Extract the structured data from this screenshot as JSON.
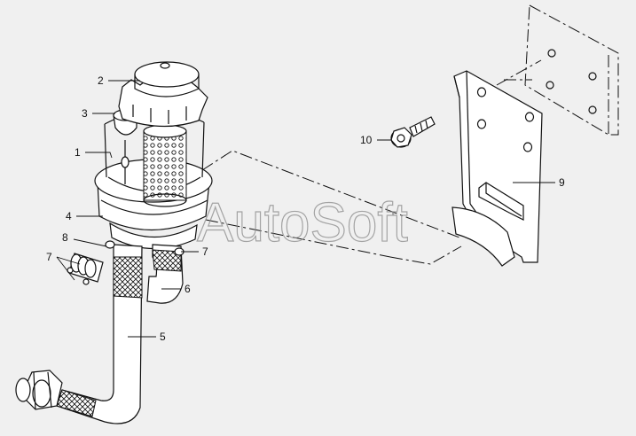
{
  "diagram": {
    "watermark": "AutoSoft",
    "callouts": {
      "c1": "1",
      "c2": "2",
      "c3": "3",
      "c4": "4",
      "c5": "5",
      "c6": "6",
      "c7a": "7",
      "c7b": "7",
      "c8": "8",
      "c9": "9",
      "c10": "10"
    }
  }
}
